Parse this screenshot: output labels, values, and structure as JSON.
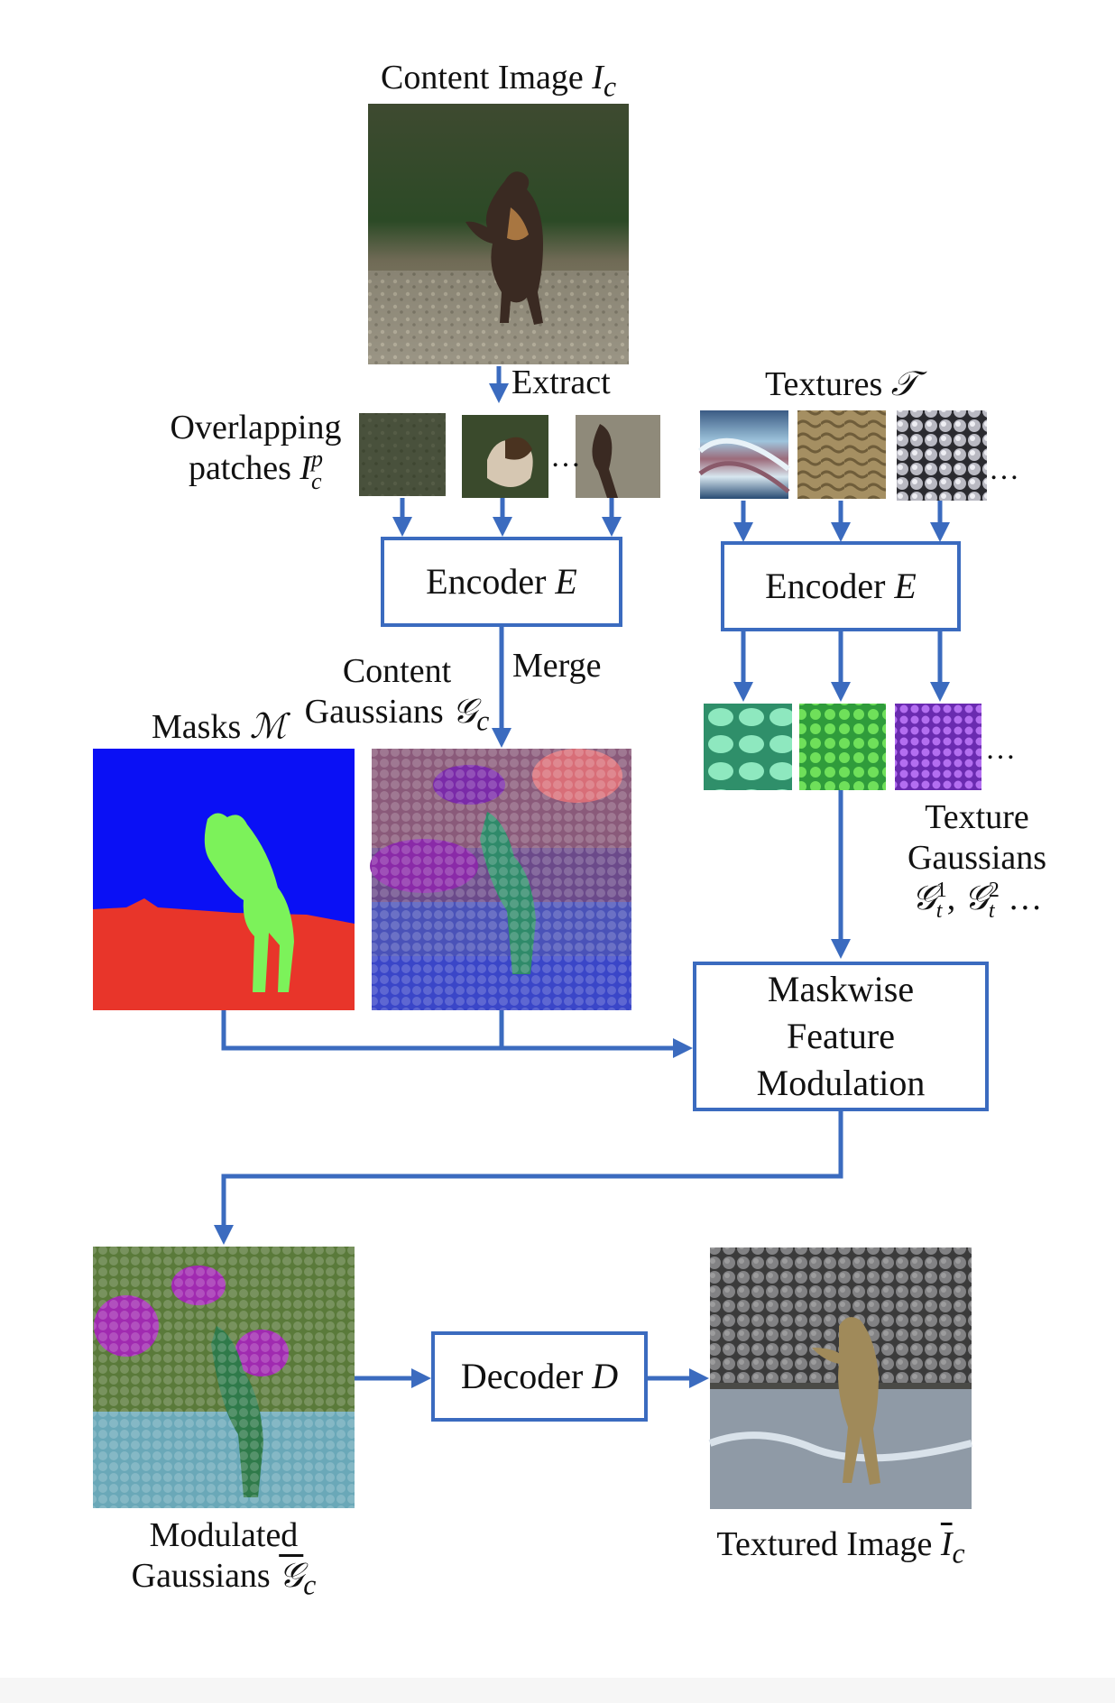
{
  "colors": {
    "arrow": "#3b6bbf",
    "box_border": "#3b6bbf",
    "mask_background": "#0a10f5",
    "mask_ground": "#e8352a",
    "mask_cat": "#7cf25a"
  },
  "labels": {
    "content_image": "Content Image",
    "content_image_sym": "I",
    "content_image_sub": "c",
    "extract": "Extract",
    "textures": "Textures",
    "textures_sym": "𝒯",
    "overlapping_line1": "Overlapping",
    "overlapping_line2": "patches",
    "patch_sym": "I",
    "patch_sup": "p",
    "patch_sub": "c",
    "merge": "Merge",
    "content_gauss_line1": "Content",
    "content_gauss_line2": "Gaussians",
    "content_gauss_sym": "𝒢",
    "content_gauss_sub": "c",
    "masks": "Masks",
    "masks_sym": "ℳ",
    "texture_gauss_line1": "Texture",
    "texture_gauss_line2": "Gaussians",
    "texture_gauss_sym_line": "𝒢",
    "modulated_line1": "Modulated",
    "modulated_line2": "Gaussians",
    "modulated_sym": "𝒢",
    "modulated_sub": "c",
    "textured_image": "Textured Image",
    "textured_sym": "I",
    "textured_sub": "c",
    "ellipsis": "…"
  },
  "boxes": {
    "encoder_left": "Encoder",
    "encoder_right": "Encoder",
    "encoder_sym": "E",
    "modulation_line1": "Maskwise",
    "modulation_line2": "Feature",
    "modulation_line3": "Modulation",
    "decoder": "Decoder",
    "decoder_sym": "D"
  },
  "icons": {
    "arrowhead": "triangle-arrowhead",
    "content_photo": "cat-photo",
    "mask": "segmentation-mask",
    "gaussians": "gaussian-blobs",
    "textures": "texture-swatches"
  }
}
